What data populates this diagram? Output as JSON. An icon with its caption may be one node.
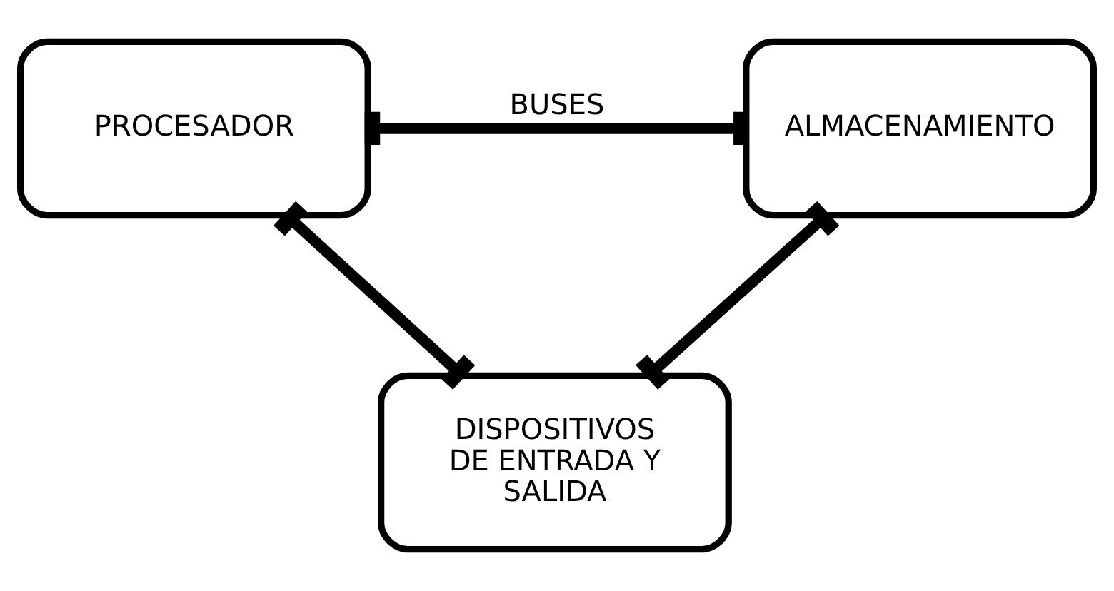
{
  "diagram": {
    "nodes": [
      {
        "text": [
          "PROCESADOR"
        ]
      },
      {
        "text": [
          "ALMACENAMIENTO"
        ]
      },
      {
        "text": [
          "DISPOSITIVOS DE ENTRADA Y SALIDA"
        ]
      }
    ],
    "edges": [
      {
        "from": 0,
        "to": 1,
        "arrow": "other",
        "label": "BUSES"
      },
      {
        "from": 0,
        "to": 2,
        "arrow": "other"
      },
      {
        "from": 1,
        "to": 2,
        "arrow": "other"
      }
    ]
  }
}
